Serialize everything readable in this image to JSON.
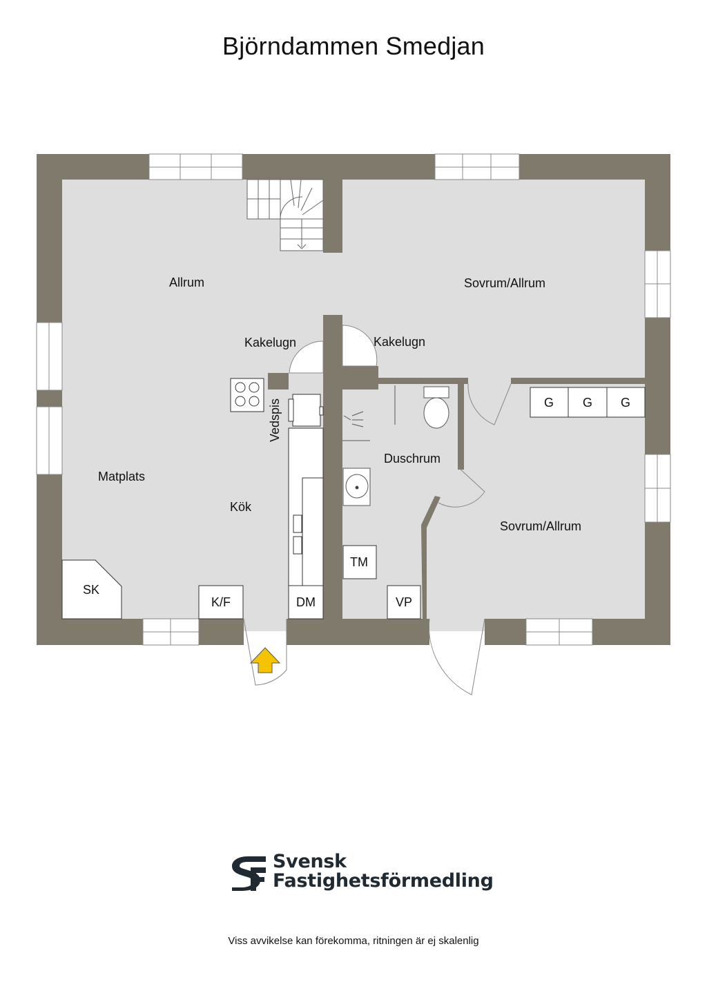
{
  "title": "Björndammen Smedjan",
  "rooms": {
    "allrum": "Allrum",
    "sovrum_top": "Sovrum/Allrum",
    "kakelugn_left": "Kakelugn",
    "kakelugn_right": "Kakelugn",
    "vedspis": "Vedspis",
    "duschrum": "Duschrum",
    "matplats": "Matplats",
    "kok": "Kök",
    "sovrum_bottom": "Sovrum/Allrum"
  },
  "fixtures": {
    "g1": "G",
    "g2": "G",
    "g3": "G",
    "tm": "TM",
    "sk": "SK",
    "kf": "K/F",
    "dm": "DM",
    "vp": "VP"
  },
  "logo": {
    "line1": "Svensk",
    "line2": "Fastighetsförmedling"
  },
  "footer": "Viss avvikelse kan förekomma, ritningen är ej skalenlig",
  "colors": {
    "wall": "#807a6c",
    "floor": "#dedede",
    "entrance_arrow": "#f5c400",
    "logo": "#1f2a33"
  }
}
